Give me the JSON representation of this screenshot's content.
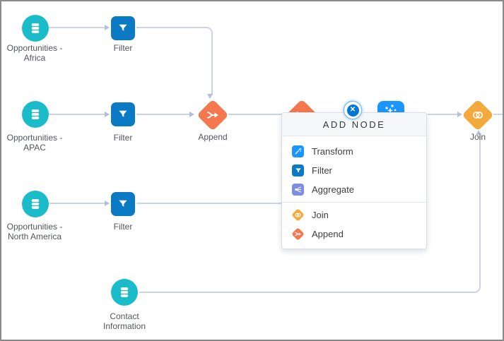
{
  "colors": {
    "dataset": "#1BBCC9",
    "filter": "#0B7AC4",
    "transform": "#1B96FF",
    "aggregate": "#7D8EE2",
    "append": "#F4774D",
    "join": "#F3A93C",
    "connector": "#CBD3E7",
    "arrowhead": "#B4C0DB",
    "close_button": "#0176D3"
  },
  "nodes": {
    "africa": {
      "label_line1": "Opportunities -",
      "label_line2": "Africa"
    },
    "filter_africa": {
      "label": "Filter"
    },
    "apac": {
      "label_line1": "Opportunities -",
      "label_line2": "APAC"
    },
    "filter_apac": {
      "label": "Filter"
    },
    "append": {
      "label": "Append"
    },
    "na": {
      "label_line1": "Opportunities -",
      "label_line2": "North America"
    },
    "filter_na": {
      "label": "Filter"
    },
    "join": {
      "label": "Join"
    },
    "contact": {
      "label_line1": "Contact",
      "label_line2": "Information"
    }
  },
  "popup": {
    "title": "ADD NODE",
    "close_icon": "✕",
    "items": [
      {
        "label": "Transform"
      },
      {
        "label": "Filter"
      },
      {
        "label": "Aggregate"
      },
      {
        "label": "Join"
      },
      {
        "label": "Append"
      }
    ]
  }
}
